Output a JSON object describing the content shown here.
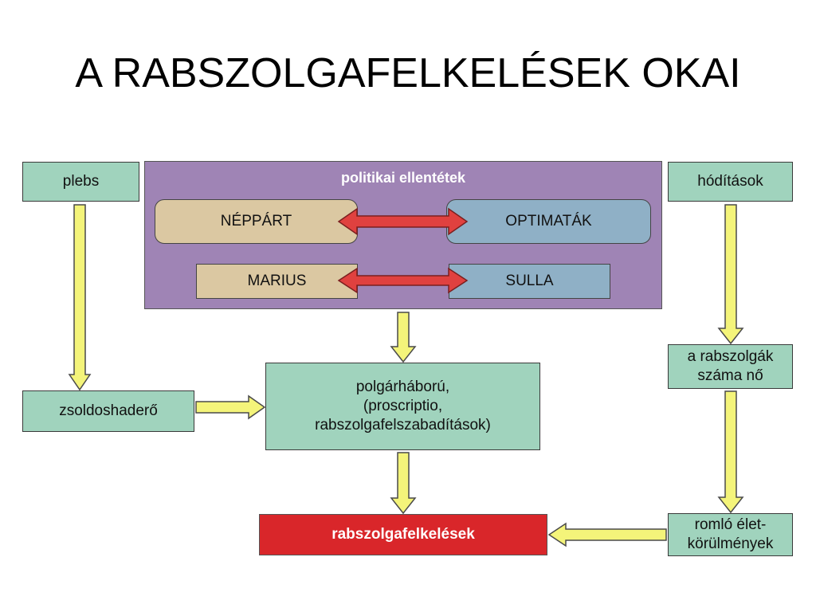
{
  "title": "A RABSZOLGAFELKELÉSEK OKAI",
  "nodes": {
    "plebs": "plebs",
    "political": "politikai ellentétek",
    "neppart": "NÉPPÁRT",
    "optimatak": "OPTIMATÁK",
    "marius": "MARIUS",
    "sulla": "SULLA",
    "foglalas": "hódítások",
    "zsoldos": "zsoldoshaderő",
    "civilwar": [
      "polgárháború,",
      "(proscriptio,",
      "rabszolgafelszabadítások)"
    ],
    "slaves_grow": [
      "a rabszolgák",
      "száma nő"
    ],
    "revolts": "rabszolgafelkelések",
    "conditions": [
      "romló élet-",
      "körülmények"
    ]
  },
  "colors": {
    "green": "#a0d3bd",
    "purple": "#9f84b5",
    "tan": "#dbc8a2",
    "blue": "#8fb0c6",
    "red": "#d9262a",
    "arrow_yellow": "#f4f47a",
    "arrow_red": "#e0413f"
  }
}
